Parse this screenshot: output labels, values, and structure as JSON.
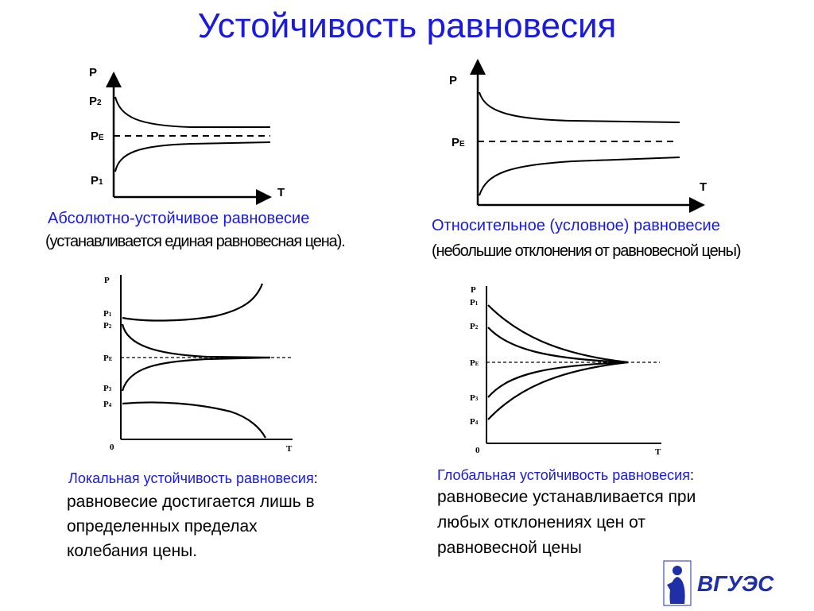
{
  "title": "Устойчивость равновесия",
  "panels": {
    "top_left": {
      "axis_y": "P",
      "axis_x": "T",
      "labels": {
        "p2": "P",
        "p2_sub": "2",
        "pe": "P",
        "pe_sub": "E",
        "p1": "P",
        "p1_sub": "1"
      },
      "caption_main": "Абсолютно-устойчивое равновесие",
      "caption_sub": "(устанавливается единая равновесная цена)."
    },
    "top_right": {
      "axis_y": "P",
      "axis_x": "T",
      "labels": {
        "pe": "P",
        "pe_sub": "E"
      },
      "caption_main": "Относительное (условное) равновесие",
      "caption_sub": "(небольшие отклонения от равновесной цены)"
    },
    "bottom_left": {
      "axis_y": "P",
      "axis_x": "T",
      "origin": "0",
      "labels": {
        "p1": "P",
        "p1_sub": "1",
        "p2": "P",
        "p2_sub": "2",
        "pe": "P",
        "pe_sub": "E",
        "p3": "P",
        "p3_sub": "3",
        "p4": "P",
        "p4_sub": "4"
      },
      "caption_head": "Локальная устойчивость равновесия",
      "caption_colon": ":",
      "caption_body_1": "равновесие достигается лишь в",
      "caption_body_2": "определенных пределах",
      "caption_body_3": "колебания цены."
    },
    "bottom_right": {
      "axis_y": "P",
      "axis_x": "T",
      "origin": "0",
      "labels": {
        "p1": "P",
        "p1_sub": "1",
        "p2": "P",
        "p2_sub": "2",
        "pe": "P",
        "pe_sub": "E",
        "p3": "P",
        "p3_sub": "3",
        "p4": "P",
        "p4_sub": "4"
      },
      "caption_head": "Глобальная устойчивость равновесия",
      "caption_colon": ":",
      "caption_body_1": "равновесие устанавливается при",
      "caption_body_2": "любых отклонениях цен от",
      "caption_body_3": "равновесной цены"
    }
  },
  "logo": {
    "text": "ВГУЭС"
  },
  "colors": {
    "title": "#1a1adc",
    "caption_blue": "#1a1adc",
    "logo_blue": "#1e2fa8"
  }
}
